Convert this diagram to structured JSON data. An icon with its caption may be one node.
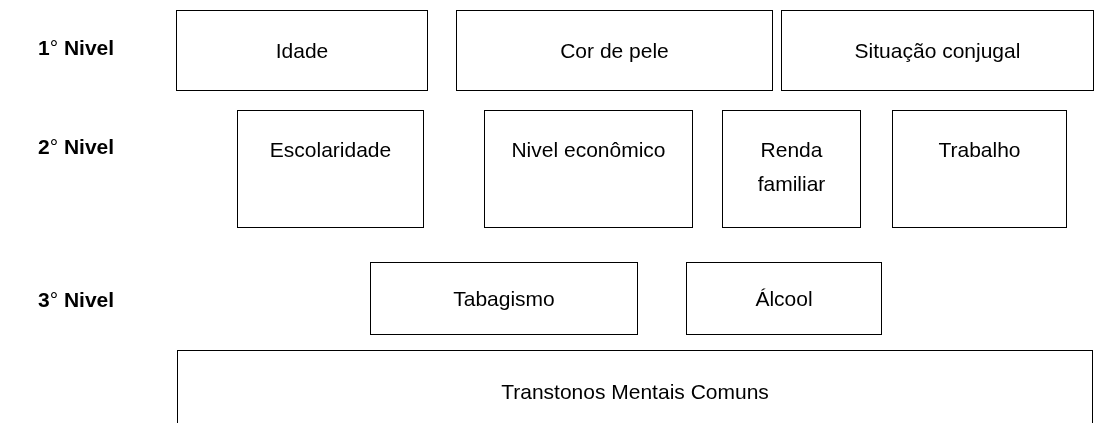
{
  "diagram": {
    "nodes": [
      {
        "text": [
          "Idade"
        ]
      },
      {
        "text": [
          "Cor de pele"
        ]
      },
      {
        "text": [
          "Situação conjugal"
        ]
      },
      {
        "text": [
          "Escolaridade"
        ]
      },
      {
        "text": [
          "Nivel econômico"
        ]
      },
      {
        "text": [
          "Renda familiar"
        ]
      },
      {
        "text": [
          "Trabalho"
        ]
      },
      {
        "text": [
          "Tabagismo"
        ]
      },
      {
        "text": [
          "Álcool"
        ]
      },
      {
        "text": [
          "Transtonos Mentais Comuns"
        ]
      }
    ],
    "edges": [],
    "labels": [
      "**1**° **Nivel**",
      "**2**° **Nivel**",
      "**3**° **Nivel**"
    ]
  }
}
